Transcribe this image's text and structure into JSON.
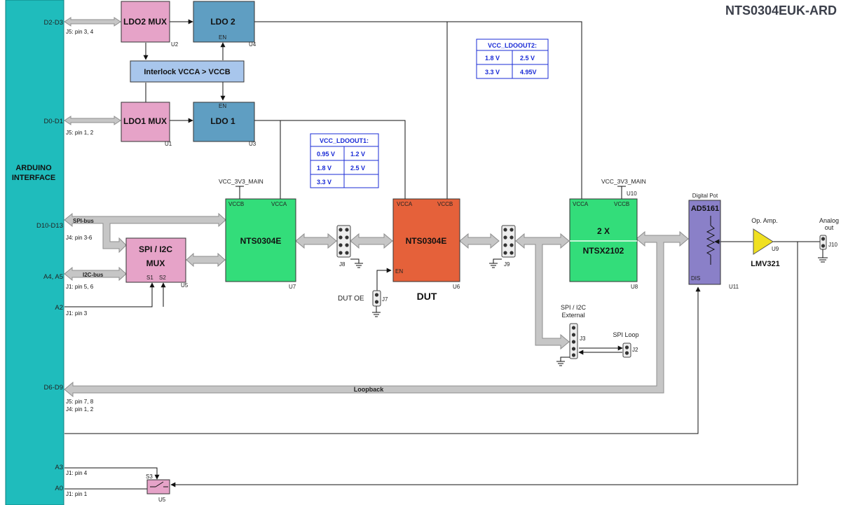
{
  "title": "NTS0304EUK-ARD",
  "arduino": {
    "label_line1": "ARDUINO",
    "label_line2": "INTERFACE"
  },
  "arduino_signals": {
    "d2_d3": "D2-D3",
    "d0_d1": "D0-D1",
    "d10_d13": "D10-D13",
    "a4_a5": "A4, A5",
    "a2": "A2",
    "d6_d9": "D6-D9",
    "a3": "A3",
    "a0": "A0"
  },
  "pin_labels": {
    "j5_34": "J5: pin 3, 4",
    "j5_12": "J5: pin 1, 2",
    "j4_36": "J4: pin 3-6",
    "j1_56": "J1: pin 5, 6",
    "j1_3": "J1: pin 3",
    "j5_78": "J5: pin 7, 8",
    "j4_12": "J4: pin 1, 2",
    "j1_4": "J1: pin 4",
    "j1_1": "J1: pin 1"
  },
  "blocks": {
    "ldo2_mux": {
      "label": "LDO2 MUX",
      "ref": "U2",
      "color": "#e6a3c8"
    },
    "ldo2": {
      "label": "LDO 2",
      "ref": "U4",
      "en": "EN",
      "color": "#5f9ec2"
    },
    "interlock": {
      "label": "Interlock VCCA > VCCB",
      "color": "#a8c6ec"
    },
    "ldo1_mux": {
      "label": "LDO1 MUX",
      "ref": "U1",
      "color": "#e6a3c8"
    },
    "ldo1": {
      "label": "LDO 1",
      "ref": "U3",
      "en": "EN",
      "color": "#5f9ec2"
    },
    "spi_mux": {
      "label_line1": "SPI / I2C",
      "label_line2": "MUX",
      "ref": "U5",
      "s1": "S1",
      "s2": "S2",
      "color": "#e6a3c8"
    },
    "nts_u7": {
      "label": "NTS0304E",
      "ref": "U7",
      "vccb": "VCCB",
      "vcca": "VCCA",
      "color": "#33dd7a"
    },
    "dut": {
      "label": "NTS0304E",
      "ref": "U6",
      "vcca": "VCCA",
      "vccb": "VCCB",
      "en": "EN",
      "caption": "DUT",
      "color": "#e5613a"
    },
    "ntsx": {
      "label_line1": "2 X",
      "label_line2": "NTSX2102",
      "ref": "U8",
      "vcca": "VCCA",
      "vccb": "VCCB",
      "color": "#33dd7a"
    },
    "pot": {
      "header": "Digital Pot",
      "label": "AD5161",
      "ref": "U11",
      "dis": "DIS",
      "color": "#8a80c8"
    },
    "opamp": {
      "header": "Op. Amp.",
      "label": "LMV321",
      "ref": "U9",
      "color": "#f0e020"
    }
  },
  "bus_labels": {
    "spi_bus": "SPI-bus",
    "i2c_bus": "I2C-bus",
    "loopback": "Loopback"
  },
  "rails": {
    "u7_supply": "VCC_3V3_MAIN",
    "u8_supply": "VCC_3V3_MAIN",
    "u10_ref": "U10"
  },
  "connectors": {
    "j8": "J8",
    "j9": "J9",
    "j7": "J7",
    "dut_oe": "DUT OE",
    "spi_ext_line1": "SPI / I2C",
    "spi_ext_line2": "External",
    "j3": "J3",
    "spi_loop": "SPI Loop",
    "j2": "J2",
    "analog_line1": "Analog",
    "analog_line2": "out",
    "j10": "J10"
  },
  "switch": {
    "label": "S3",
    "ref": "U5"
  },
  "table_ldo1": {
    "header": "VCC_LDOOUT1:",
    "rows": [
      [
        "0.95 V",
        "1.2 V"
      ],
      [
        "1.8 V",
        "2.5 V"
      ],
      [
        "3.3 V",
        ""
      ]
    ]
  },
  "table_ldo2": {
    "header": "VCC_LDOOUT2:",
    "rows": [
      [
        "1.8 V",
        "2.5 V"
      ],
      [
        "3.3 V",
        "4.95V"
      ]
    ]
  }
}
